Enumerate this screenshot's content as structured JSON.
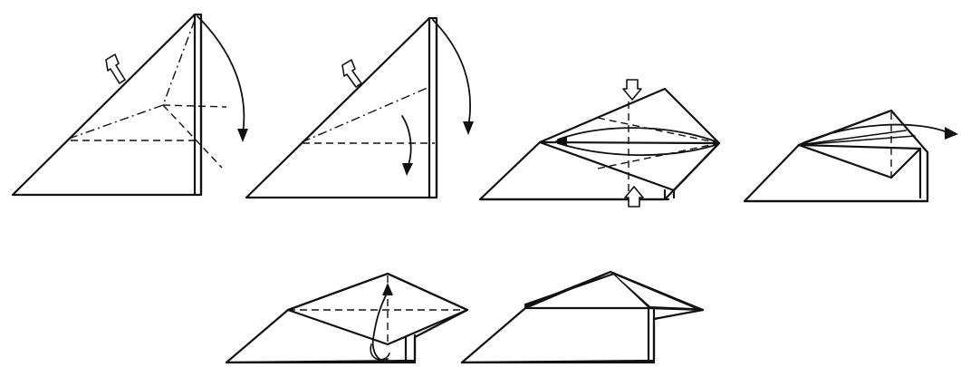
{
  "diagram": {
    "steps": [
      {
        "id": "step-1"
      },
      {
        "id": "step-2"
      },
      {
        "id": "step-3"
      },
      {
        "id": "step-4"
      },
      {
        "id": "step-5"
      },
      {
        "id": "step-6"
      }
    ],
    "colors": {
      "line": "#111111",
      "background": "#ffffff"
    },
    "legend_symbols": [
      "valley-fold-line",
      "mountain-fold-line",
      "fold-arrow",
      "push-arrow"
    ]
  }
}
